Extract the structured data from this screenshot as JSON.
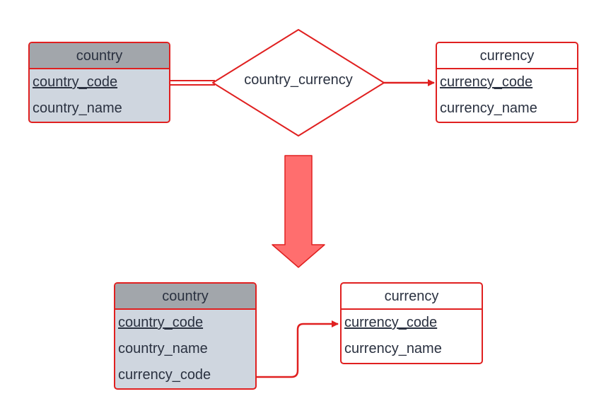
{
  "colors": {
    "stroke": "#e02020",
    "arrow_fill": "#ff6e6e",
    "shaded_header": "#a2a6ab",
    "shaded_body": "#cfd6df",
    "text": "#2a3140"
  },
  "before": {
    "country": {
      "title": "country",
      "attributes": [
        {
          "name": "country_code",
          "key": true
        },
        {
          "name": "country_name",
          "key": false
        }
      ]
    },
    "relationship": "country_currency",
    "currency": {
      "title": "currency",
      "attributes": [
        {
          "name": "currency_code",
          "key": true
        },
        {
          "name": "currency_name",
          "key": false
        }
      ]
    }
  },
  "after": {
    "country": {
      "title": "country",
      "attributes": [
        {
          "name": "country_code",
          "key": true
        },
        {
          "name": "country_name",
          "key": false
        },
        {
          "name": "currency_code",
          "key": false
        }
      ]
    },
    "currency": {
      "title": "currency",
      "attributes": [
        {
          "name": "currency_code",
          "key": true
        },
        {
          "name": "currency_name",
          "key": false
        }
      ]
    }
  }
}
